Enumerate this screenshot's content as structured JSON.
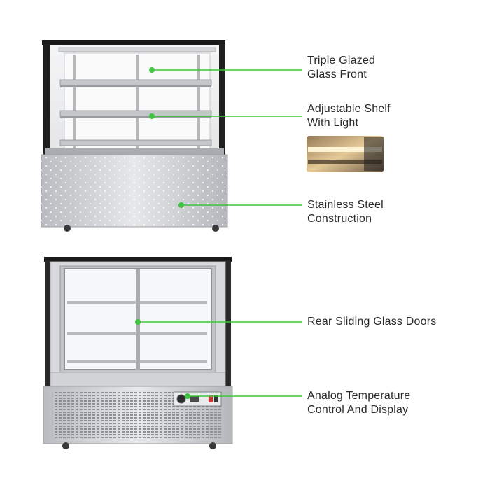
{
  "callouts": {
    "triple_glazed": [
      "Triple Glazed",
      "Glass Front"
    ],
    "adjustable_shelf": [
      "Adjustable Shelf",
      "With Light"
    ],
    "stainless_steel": [
      "Stainless Steel",
      "Construction"
    ],
    "rear_doors": [
      "Rear Sliding Glass Doors"
    ],
    "temperature": [
      "Analog Temperature",
      "Control And Display"
    ]
  },
  "colors": {
    "accent": "#3ec43e",
    "frame": "#1a1a1a",
    "steel": "#c9cbce",
    "text": "#2a2a2a"
  }
}
